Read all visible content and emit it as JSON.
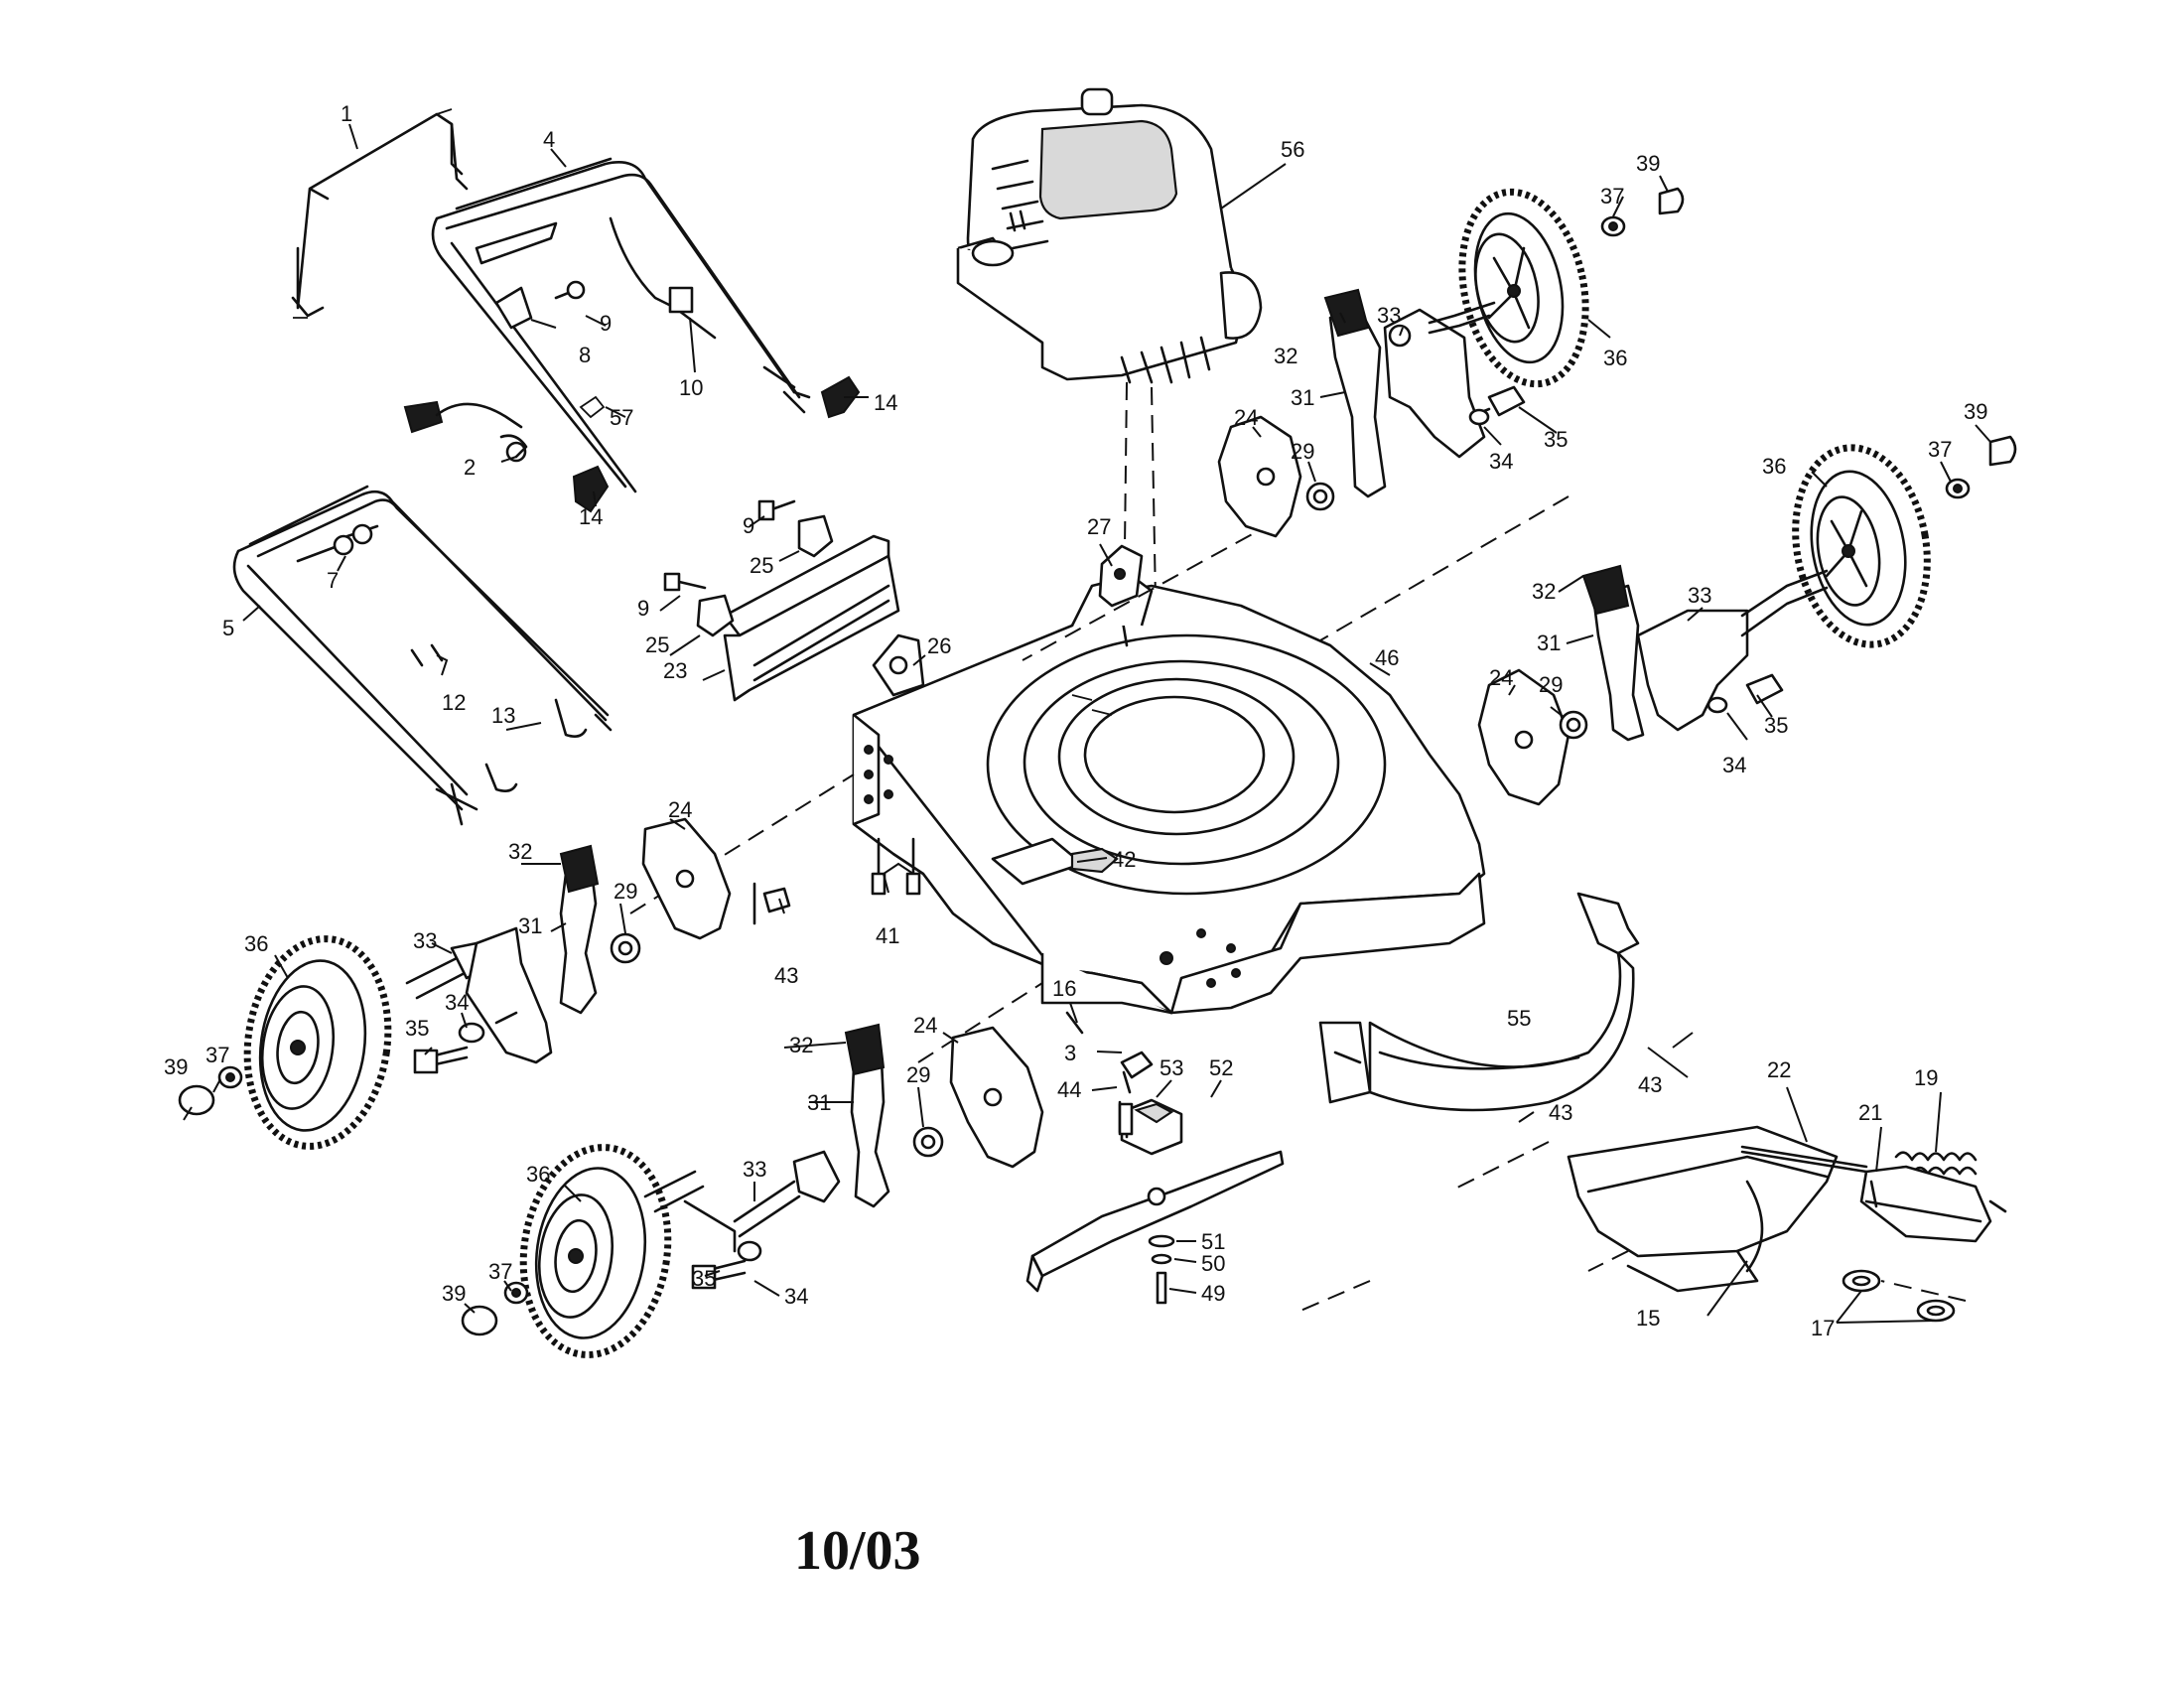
{
  "labels": {
    "p1": "1",
    "p2": "2",
    "p3": "3",
    "p4": "4",
    "p5": "5",
    "p7": "7",
    "p8": "8",
    "p9a": "9",
    "p9b": "9",
    "p9c": "9",
    "p10": "10",
    "p12": "12",
    "p13": "13",
    "p14a": "14",
    "p14b": "14",
    "p15": "15",
    "p16": "16",
    "p17": "17",
    "p19": "19",
    "p21": "21",
    "p22": "22",
    "p23": "23",
    "p24a": "24",
    "p24b": "24",
    "p24c": "24",
    "p24d": "24",
    "p25a": "25",
    "p25b": "25",
    "p26": "26",
    "p27": "27",
    "p29a": "29",
    "p29b": "29",
    "p29c": "29",
    "p29d": "29",
    "p31a": "31",
    "p31b": "31",
    "p31c": "31",
    "p31d": "31",
    "p32a": "32",
    "p32b": "32",
    "p32c": "32",
    "p32d": "32",
    "p33a": "33",
    "p33b": "33",
    "p33c": "33",
    "p33d": "33",
    "p34a": "34",
    "p34b": "34",
    "p34c": "34",
    "p34d": "34",
    "p35a": "35",
    "p35b": "35",
    "p35c": "35",
    "p35d": "35",
    "p36a": "36",
    "p36b": "36",
    "p36c": "36",
    "p36d": "36",
    "p37a": "37",
    "p37b": "37",
    "p37c": "37",
    "p37d": "37",
    "p39a": "39",
    "p39b": "39",
    "p39c": "39",
    "p39d": "39",
    "p41": "41",
    "p42": "42",
    "p43a": "43",
    "p43b": "43",
    "p43c": "43",
    "p44": "44",
    "p46": "46",
    "p49": "49",
    "p50": "50",
    "p51": "51",
    "p52": "52",
    "p53": "53",
    "p55": "55",
    "p56": "56",
    "p57": "57"
  },
  "footer": "10/03"
}
